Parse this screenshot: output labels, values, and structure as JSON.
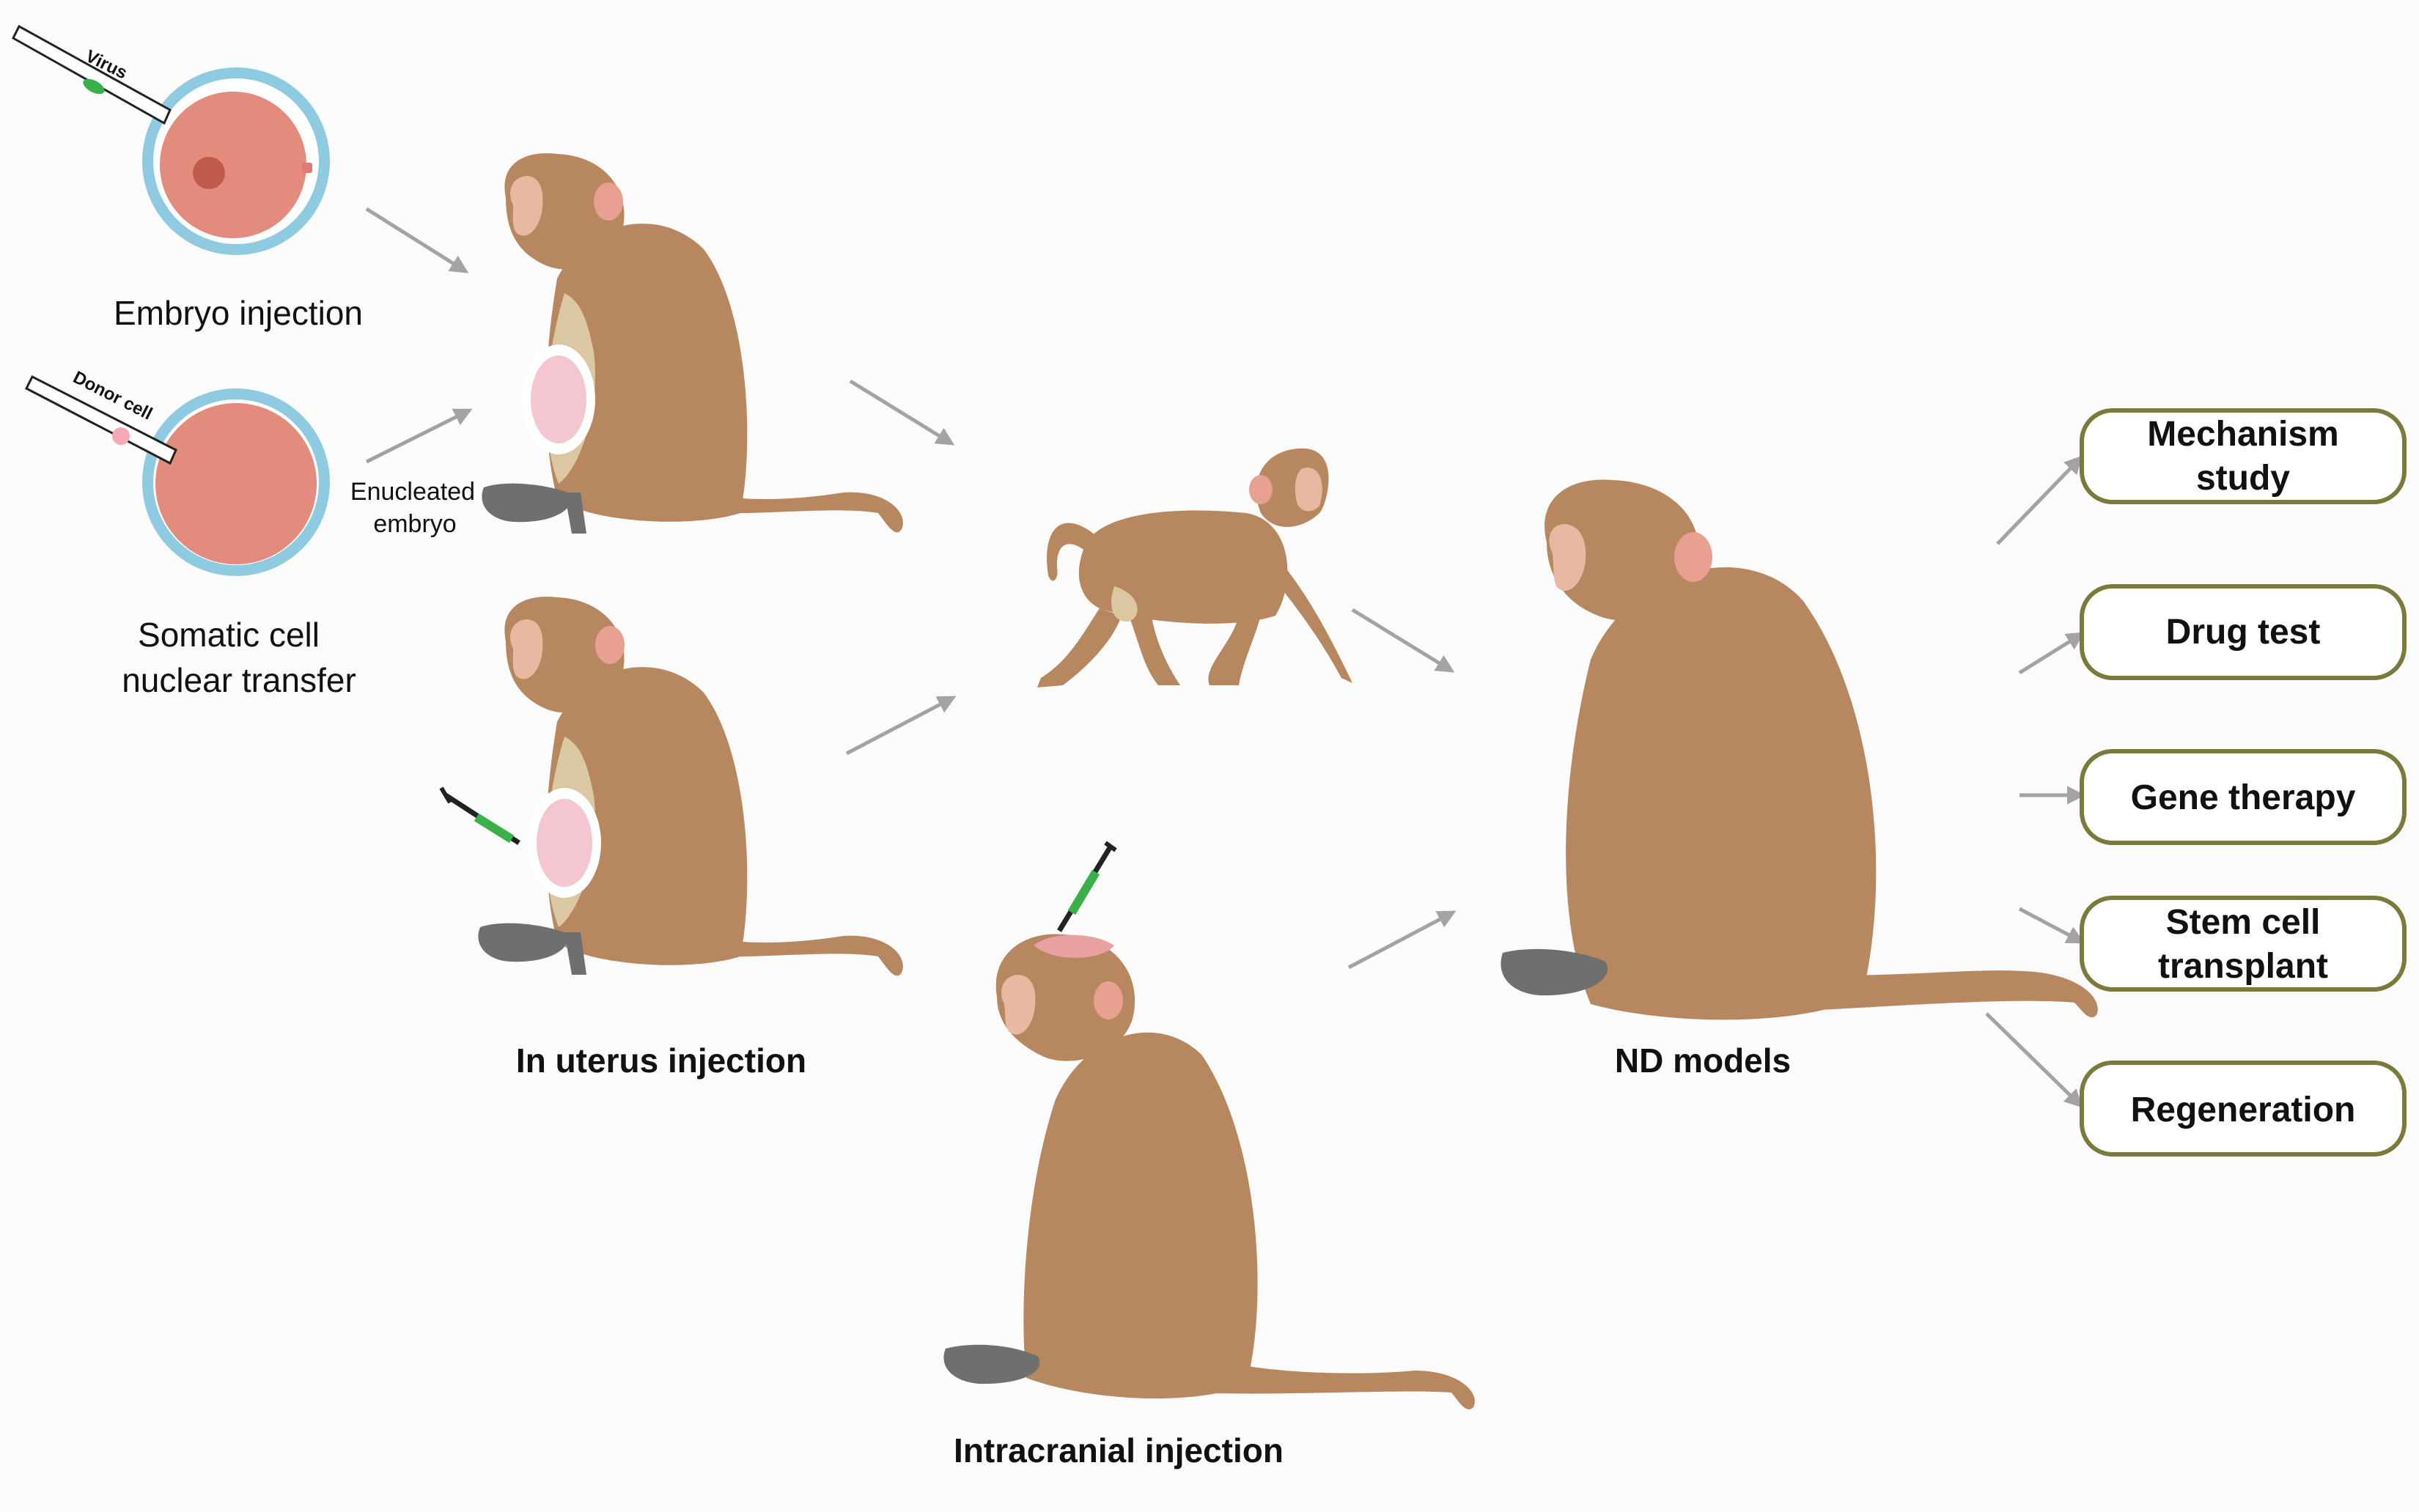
{
  "labels": {
    "virus": "Virus",
    "donor_cell": "Donor cell",
    "embryo_injection": "Embryo injection",
    "scnt_line1": "Somatic cell",
    "scnt_line2": "nuclear transfer",
    "enucleated_line1": "Enucleated",
    "enucleated_line2": "embryo",
    "in_uterus": "In uterus injection",
    "intracranial": "Intracranial injection",
    "nd_models": "ND models"
  },
  "applications": [
    {
      "line1": "Mechanism",
      "line2": "study"
    },
    {
      "line1": "Drug test",
      "line2": ""
    },
    {
      "line1": "Gene therapy",
      "line2": ""
    },
    {
      "line1": "Stem cell",
      "line2": "transplant"
    },
    {
      "line1": "Regeneration",
      "line2": ""
    }
  ],
  "colors": {
    "monkey_fur": "#b7875f",
    "monkey_light": "#dcc7a3",
    "monkey_face": "#e8b8a0",
    "embryo_pink": "#e38b7c",
    "zona_blue": "#8ecbe0",
    "box_border": "#7a7a3a",
    "arrow_gray": "#a3a3a3"
  }
}
